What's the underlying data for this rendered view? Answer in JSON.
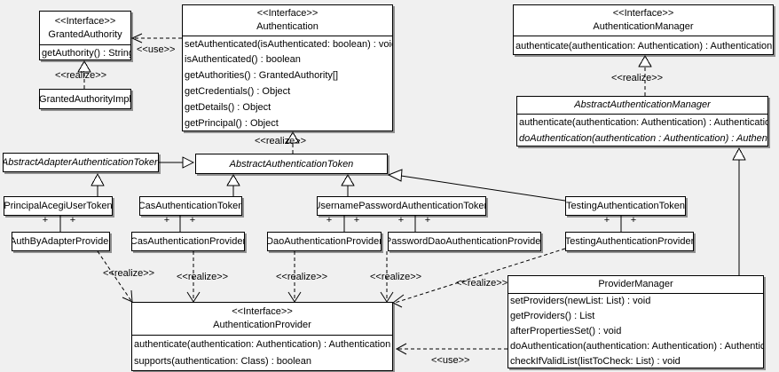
{
  "labels": {
    "use": "<<use>>",
    "realize": "<<realize>>",
    "interface": "<<Interface>>",
    "plus": "+"
  },
  "colors": {
    "background": "#f0f0f0",
    "box_fill": "#ffffff",
    "line": "#000000"
  },
  "classes": {
    "granted_authority": {
      "stereotype": "<<Interface>>",
      "name": "GrantedAuthority",
      "methods": [
        "getAuthority() : String"
      ]
    },
    "granted_authority_impl": {
      "name": "GrantedAuthorityImpl"
    },
    "authentication": {
      "stereotype": "<<Interface>>",
      "name": "Authentication",
      "methods": [
        "setAuthenticated(isAuthenticated: boolean) : void",
        "isAuthenticated() : boolean",
        "getAuthorities() : GrantedAuthority[]",
        "getCredentials() : Object",
        "getDetails() : Object",
        "getPrincipal() : Object"
      ]
    },
    "authentication_manager": {
      "stereotype": "<<Interface>>",
      "name": "AuthenticationManager",
      "methods": [
        "authenticate(authentication: Authentication) : Authentication"
      ]
    },
    "abstract_authentication_manager": {
      "name": "AbstractAuthenticationManager",
      "methods": [
        "authenticate(authentication: Authentication) : Authentication",
        "doAuthentication(authentication : Authentication) : Authentication"
      ]
    },
    "abstract_adapter_authentication_token": {
      "name": "AbstractAdapterAuthenticationToken"
    },
    "abstract_authentication_token": {
      "name": "AbstractAuthenticationToken"
    },
    "principal_acegi_user_token": {
      "name": "PrincipalAcegiUserToken"
    },
    "cas_authentication_token": {
      "name": "CasAuthenticationToken"
    },
    "username_password_authentication_token": {
      "name": "UsernamePasswordAuthenticationToken"
    },
    "testing_authentication_token": {
      "name": "TestingAuthenticationToken"
    },
    "auth_by_adapter_provider": {
      "name": "AuthByAdapterProvider"
    },
    "cas_authentication_provider": {
      "name": "CasAuthenticationProvider"
    },
    "dao_authentication_provider": {
      "name": "DaoAuthenticationProvider"
    },
    "password_dao_authentication_provider": {
      "name": "PasswordDaoAuthenticationProvider"
    },
    "testing_authentication_provider": {
      "name": "TestingAuthenticationProvider"
    },
    "authentication_provider": {
      "stereotype": "<<Interface>>",
      "name": "AuthenticationProvider",
      "methods": [
        "authenticate(authentication: Authentication) : Authentication",
        "supports(authentication: Class) : boolean"
      ]
    },
    "provider_manager": {
      "name": "ProviderManager",
      "methods": [
        "setProviders(newList: List) : void",
        "getProviders() : List",
        "afterPropertiesSet() : void",
        "doAuthentication(authentication: Authentication) : Authentication",
        "checkIfValidList(listToCheck: List) : void"
      ]
    }
  }
}
